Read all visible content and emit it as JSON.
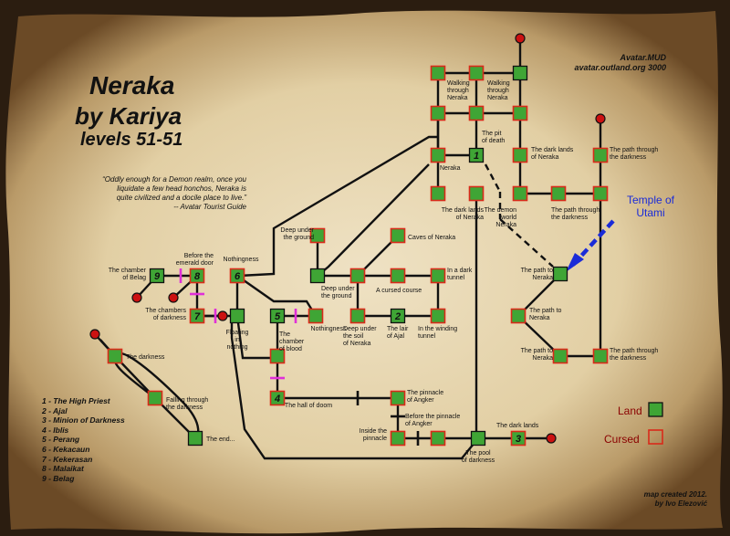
{
  "title": {
    "line1": "Neraka",
    "line2": "by Kariya",
    "line3": "levels 51-51"
  },
  "server": {
    "name": "Avatar.MUD",
    "address": "avatar.outland.org 3000"
  },
  "quote": [
    "“Oddly enough for a Demon realm, once you",
    "liquidate a few head honchos, Neraka is",
    "quite civilized and a docile place to live.”",
    "-- Avatar Tourist Guide"
  ],
  "mob_list": [
    "1 - The High Priest",
    "2 - Ajal",
    "3 - Minion of Darkness",
    "4 - Iblis",
    "5 - Perang",
    "6 - Kekacaun",
    "7 - Kekerasan",
    "8 - Malaikat",
    "9 - Belag"
  ],
  "legend": {
    "land": "Land",
    "cursed": "Cursed"
  },
  "temple": [
    "Temple of",
    "Utami"
  ],
  "credit": [
    "map created 2012.",
    "by Ivo Elezović"
  ],
  "colors": {
    "land_fill": "#3fa535",
    "cursed_border": "#d92a1a",
    "line": "#111111",
    "blocker": "#e030d8",
    "temple_arrow": "#1a2bd8",
    "exit": "#cc1111"
  },
  "rooms": {
    "walking1": "Walking\nthrough\nNeraka",
    "walking2": "Walking\nthrough\nNeraka",
    "pit": "The pit\nof death",
    "neraka": "Neraka",
    "darklands_top": "The dark lands\nof Neraka",
    "path_dark_top": "The path through\nthe darkness",
    "darklands_mid": "The dark lands\nof Neraka",
    "demon_world": "The demon\nworld\nNeraka",
    "path_dark_mid": "The path through\nthe darkness",
    "deep_ground": "Deep under\nthe ground",
    "caves": "Caves of Neraka",
    "deep_ground2": "Deep under\nthe ground",
    "cursed_course": "A cursed course",
    "dark_tunnel": "In a dark\ntunnel",
    "deep_soil": "Deep under\nthe soil\nof Neraka",
    "lair_ajal": "The lair\nof Ajal",
    "winding_tunnel": "In the winding\ntunnel",
    "path_neraka1": "The path to\nNeraka",
    "path_neraka2": "The path to\nNeraka",
    "path_neraka3": "The path to\nNeraka",
    "path_dark_bot": "The path through\nthe darkness",
    "before_door": "Before the\nemerald door",
    "nothingness1": "Nothingness",
    "chamber_belag": "The chamber\nof Belag",
    "chambers_dark": "The chambers\nof darkness",
    "floating": "Floating\nin\nnothing",
    "chamber_blood": "The\nchamber\nof blood",
    "nothingness2": "Nothingness",
    "the_darkness": "The darkness",
    "falling": "Falling through\nthe darkness",
    "the_end": "The end...",
    "hall_doom": "The hall of doom",
    "pinnacle": "The pinnacle\nof Angker",
    "before_pinnacle": "Before the pinnacle\nof Angker",
    "inside_pinnacle": "Inside the\npinnacle",
    "pool": "The pool\nof darkness",
    "dark_lands": "The dark lands"
  },
  "boss_numbers": {
    "pit": "1",
    "lair_ajal": "2",
    "dark_lands": "3",
    "hall_doom": "4",
    "chamber_blood": "5",
    "nothingness1": "6",
    "chambers_dark": "7",
    "before_door": "8",
    "chamber_belag": "9"
  }
}
